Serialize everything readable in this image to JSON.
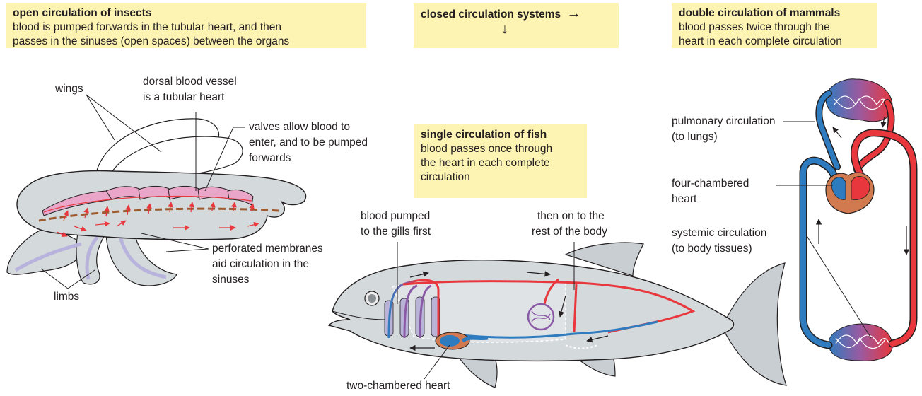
{
  "insects": {
    "title": "open circulation of insects",
    "body_line1": "blood is pumped forwards in the tubular heart, and then",
    "body_line2": "passes in the sinuses (open spaces) between the organs",
    "label_wings": "wings",
    "label_dorsal_1": "dorsal blood vessel",
    "label_dorsal_2": "is a tubular heart",
    "label_valves_1": "valves allow blood to",
    "label_valves_2": "enter, and to be pumped",
    "label_valves_3": "forwards",
    "label_perf_1": "perforated membranes",
    "label_perf_2": "aid circulation in the",
    "label_perf_3": "sinuses",
    "label_limbs": "limbs"
  },
  "closed": {
    "title": "closed circulation systems",
    "arrow_right": "→",
    "arrow_down": "↓"
  },
  "fish": {
    "title": "single circulation of fish",
    "body_line1": "blood passes once through",
    "body_line2": "the heart in each complete",
    "body_line3": "circulation",
    "label_gills_1": "blood pumped",
    "label_gills_2": "to the gills first",
    "label_body_1": "then on to the",
    "label_body_2": "rest of the body",
    "label_heart": "two-chambered heart"
  },
  "mammals": {
    "title": "double circulation of mammals",
    "body_line1": "blood passes twice through the",
    "body_line2": "heart in each complete circulation",
    "label_pulm_1": "pulmonary circulation",
    "label_pulm_2": "(to lungs)",
    "label_four_1": "four-chambered",
    "label_four_2": "heart",
    "label_sys_1": "systemic circulation",
    "label_sys_2": "(to body tissues)"
  },
  "colors": {
    "box_fill": "#fdf3b3",
    "oxygenated": "#e8373d",
    "deoxygenated": "#2f7bbf",
    "body_grey": "#d4d9dc",
    "heart_pink": "#e9a6c8",
    "pericardium": "#d17a4f"
  }
}
